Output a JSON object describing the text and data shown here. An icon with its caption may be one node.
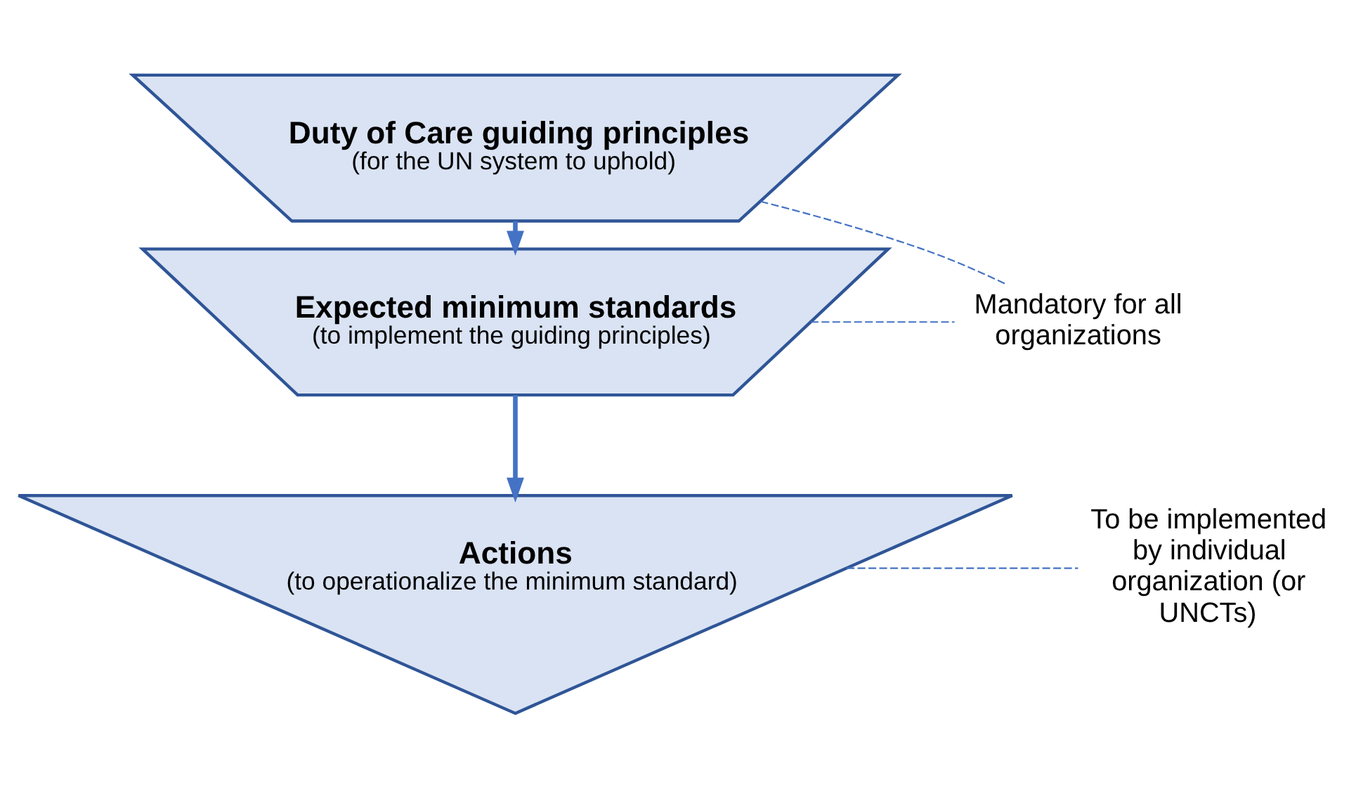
{
  "diagram": {
    "nodes": [
      {
        "text": [
          "Duty of Care guiding principles",
          "(for the UN system to uphold)"
        ]
      },
      {
        "text": [
          "Expected minimum standards",
          "(to implement the guiding principles)"
        ]
      },
      {
        "text": [
          "Actions",
          "(to operationalize the minimum standard)"
        ]
      },
      {
        "text": [
          "Mandatory for all organizations"
        ]
      },
      {
        "text": [
          "To be implemented by individual organization (or UNCTs)"
        ]
      }
    ],
    "edges": [
      {
        "from": 0,
        "to": 1,
        "arrow": "to",
        "style": "thick"
      },
      {
        "from": 1,
        "to": 2,
        "arrow": "to",
        "style": "thick"
      },
      {
        "from": 0,
        "to": 3,
        "arrow": "none",
        "style": "dashed"
      },
      {
        "from": 1,
        "to": 3,
        "arrow": "none",
        "style": "dashed"
      },
      {
        "from": 2,
        "to": 4,
        "arrow": "none",
        "style": "dashed"
      }
    ]
  }
}
